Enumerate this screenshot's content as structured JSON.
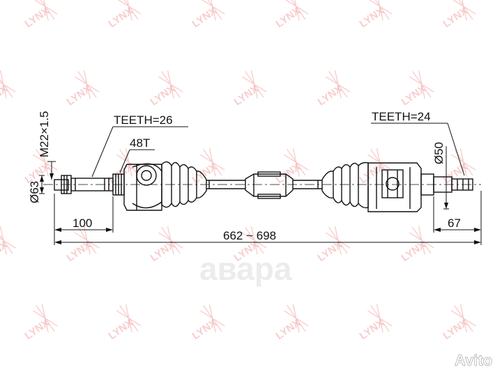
{
  "watermark": {
    "text": "LYNX"
  },
  "labels": {
    "teeth_left": "TEETH=26",
    "teeth_right": "TEETH=24",
    "abs_ring": "48T",
    "thread": "M22×1.5",
    "dia_left": "Ø63",
    "dia_right": "Ø50",
    "len_left": "100",
    "len_total": "662 ~ 698",
    "len_right": "67"
  },
  "faint_watermark": "авара",
  "badge": {
    "text": "Avito"
  },
  "colors": {
    "line": "#111111",
    "watermark": "#f2a5a5"
  }
}
